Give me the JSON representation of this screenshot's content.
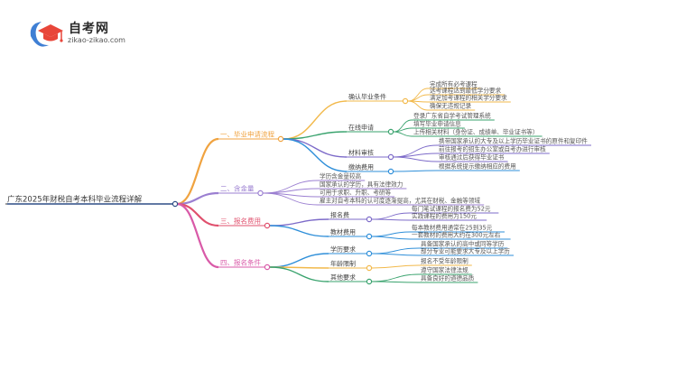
{
  "logo": {
    "title": "自考网",
    "url": "zikao-zikao.com"
  },
  "colors": {
    "root": "#2f4f86",
    "branch1": "#f0a340",
    "branch2": "#9b7fd1",
    "branch3": "#e0506d",
    "branch4": "#d95aa8",
    "sub_a": "#f2b94b",
    "sub_b": "#3aa36e",
    "sub_c": "#7d6bc9",
    "sub_d": "#2f8fd9"
  },
  "mindmap": {
    "root": "广东2025年财税自考本科毕业流程详解",
    "branches": [
      {
        "label": "一、毕业申请流程",
        "children": [
          {
            "label": "确认毕业条件",
            "leaves": [
              "完成所有必考课程",
              "选考课程达到最低学分要求",
              "满足加考课程的相关学分要求",
              "确保无违规记录"
            ]
          },
          {
            "label": "在线申请",
            "leaves": [
              "登录广东省自学考试管理系统",
              "填写毕业申请信息",
              "上传相关材料（身份证、成绩单、毕业证书等）"
            ]
          },
          {
            "label": "材料审核",
            "leaves": [
              "携带国家承认的大专及以上学历毕业证书的原件和复印件",
              "前往报考的招生办公室或自考办进行审核",
              "审核通过后获得毕业证书"
            ]
          },
          {
            "label": "缴纳费用",
            "leaves": [
              "根据系统提示缴纳相应的费用"
            ]
          }
        ]
      },
      {
        "label": "二、含金量",
        "leaves": [
          "学历含金量较高",
          "国家承认的学历，具有法律效力",
          "可用于求职、升职、考研等",
          "雇主对自考本科的认可度逐渐提高，尤其在财税、金融等领域"
        ]
      },
      {
        "label": "三、报名费用",
        "children": [
          {
            "label": "报名费",
            "leaves": [
              "每门笔试课程的报名费为52元",
              "实践课程的费用为150元"
            ]
          },
          {
            "label": "教材费用",
            "leaves": [
              "每本教材费用通常在25到35元",
              "一套教材的费用大约在300元左右"
            ]
          }
        ]
      },
      {
        "label": "四、报名条件",
        "children": [
          {
            "label": "学历要求",
            "leaves": [
              "具备国家承认的高中或同等学历",
              "部分专业可能要求大专及以上学历"
            ]
          },
          {
            "label": "年龄限制",
            "leaves": [
              "报名不受年龄限制"
            ]
          },
          {
            "label": "其他要求",
            "leaves": [
              "遵守国家法律法规",
              "具备良好的道德品质"
            ]
          }
        ]
      }
    ]
  }
}
